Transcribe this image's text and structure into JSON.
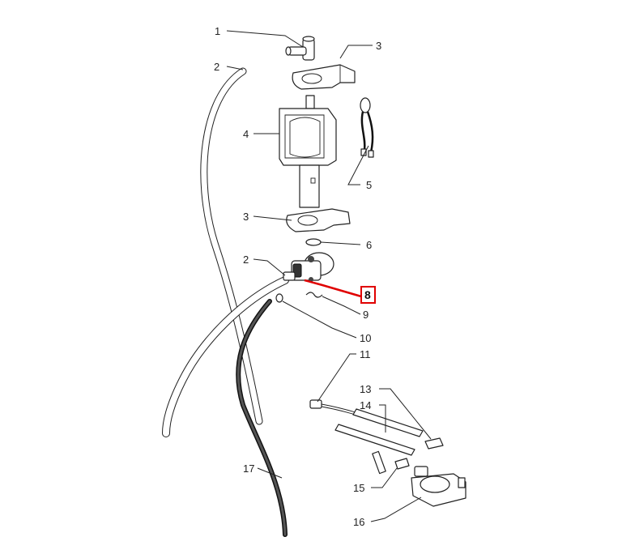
{
  "callouts": {
    "c1": "1",
    "c2a": "2",
    "c2b": "2",
    "c3a": "3",
    "c3b": "3",
    "c4": "4",
    "c5": "5",
    "c6": "6",
    "c8": "8",
    "c9": "9",
    "c10": "10",
    "c11": "11",
    "c13": "13",
    "c14": "14",
    "c15": "15",
    "c16": "16",
    "c17": "17"
  },
  "colors": {
    "highlight": "#e00000",
    "line": "#222222",
    "hose_fill": "#ffffff",
    "dark_hose": "#2b2b2b"
  }
}
